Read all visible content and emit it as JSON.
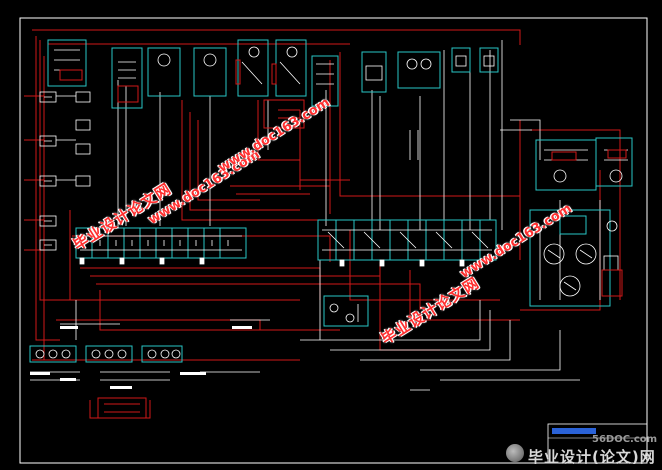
{
  "drawing": {
    "title": "Hydraulic system schematic (CAD drawing)",
    "background_color": "#000000",
    "line_colors": {
      "pressure_line": "#d01818",
      "return_line": "#ffffff",
      "component_outline": "#29c6c6",
      "secondary": "#b23030"
    }
  },
  "watermarks": {
    "cn_text": "毕业设计论文网",
    "url_text": "www.doc163.com"
  },
  "logo": {
    "url": "56DOC.com",
    "text": "毕业设计(论文)网"
  },
  "icons": [
    "valve-block-icon",
    "pump-icon",
    "motor-icon",
    "filter-icon",
    "gauge-icon",
    "logo-seal-icon"
  ]
}
